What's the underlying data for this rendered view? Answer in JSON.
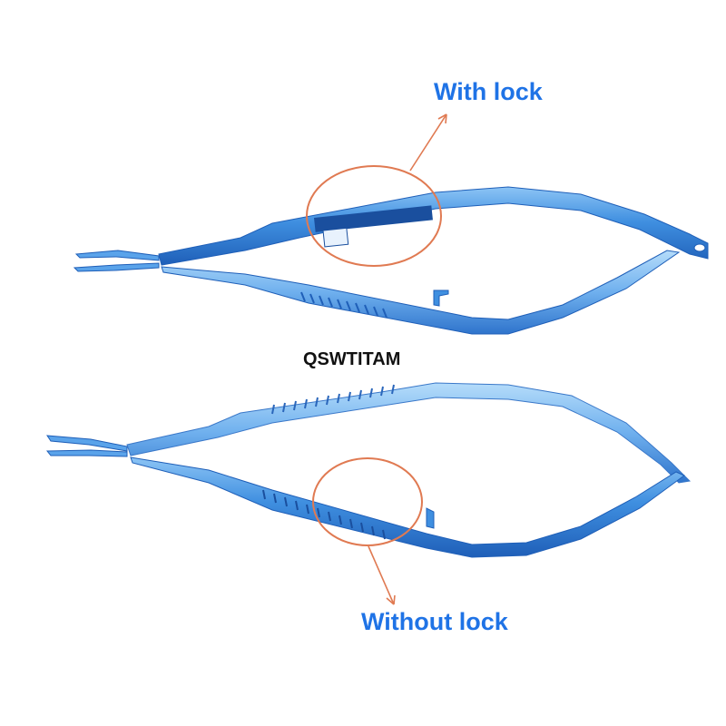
{
  "labels": {
    "with_lock": "With lock",
    "without_lock": "Without lock",
    "brand": "QSWTITAM"
  },
  "colors": {
    "callout_text": "#1f73e6",
    "callout_line": "#e07a52",
    "titanium_blue": "#3f8fe0",
    "titanium_dark": "#1f5fb8",
    "titanium_light": "#8cc4f5"
  },
  "icons": {
    "upper_instrument": "needle-holder-with-lock-icon",
    "lower_instrument": "needle-holder-without-lock-icon"
  }
}
